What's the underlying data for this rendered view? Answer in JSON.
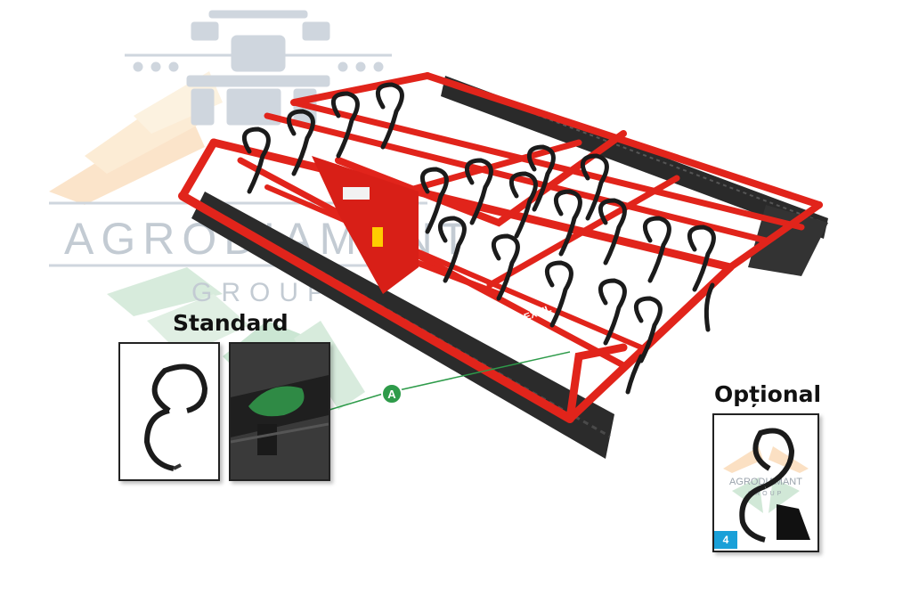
{
  "labels": {
    "standard": "Standard",
    "optional": "Opțional",
    "callout": "A",
    "inset_number": "4"
  },
  "watermark": {
    "brand": "AGRODIAMANT",
    "sub": "GROUP"
  },
  "machine_decal": "EXPIL",
  "colors": {
    "frame_red": "#e1241b",
    "tine_black": "#1b1b1b",
    "callout_green": "#2e9b4a",
    "badge_blue": "#1aa0d8"
  },
  "icons": [
    "tractor-icon",
    "sun-rays-logo"
  ]
}
